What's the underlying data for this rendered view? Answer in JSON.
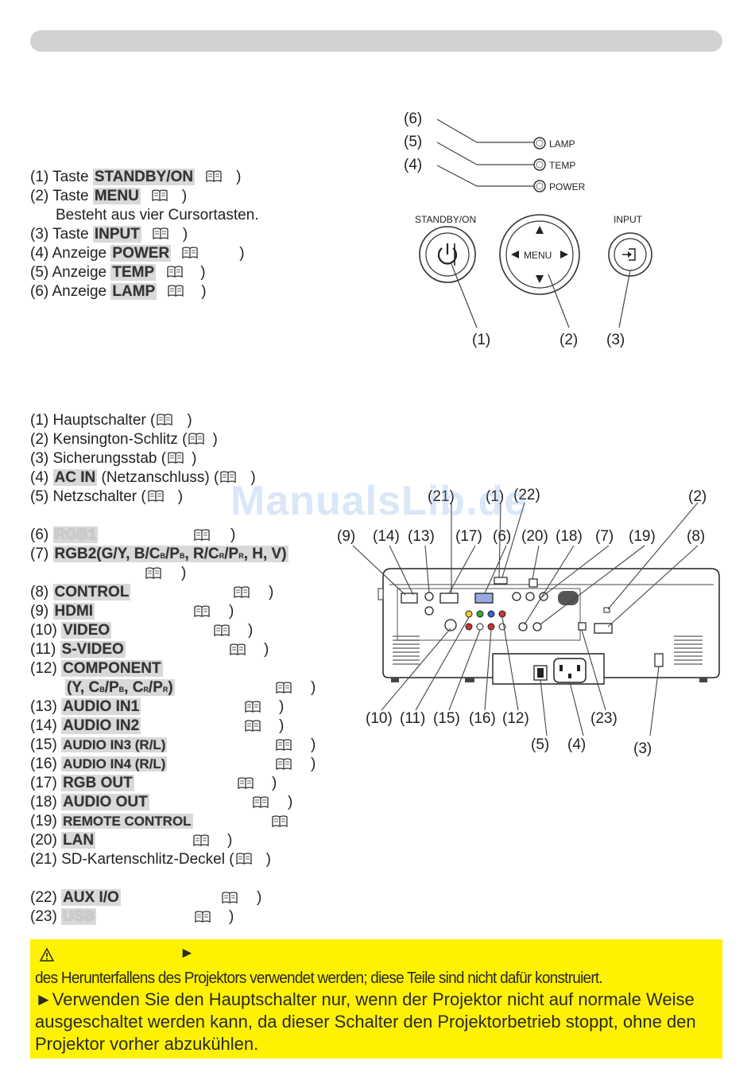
{
  "watermark": "ManualsLib.de",
  "control_panel": {
    "list": [
      {
        "num": "(1) Taste ",
        "term": "STANDBY/ON",
        "close": ")"
      },
      {
        "num": "(2) Taste ",
        "term": "MENU",
        "close": ")"
      },
      {
        "note": "Besteht aus vier Cursortasten."
      },
      {
        "num": "(3) Taste ",
        "term": "INPUT",
        "close": ")"
      },
      {
        "num": "(4) Anzeige ",
        "term": "POWER",
        "close": ")"
      },
      {
        "num": "(5) Anzeige ",
        "term": "TEMP",
        "close": ")"
      },
      {
        "num": "(6) Anzeige ",
        "term": "LAMP",
        "close": ")"
      }
    ],
    "indicators": {
      "lamp": "LAMP",
      "temp": "TEMP",
      "power": "POWER"
    },
    "buttons": {
      "standby": "STANDBY/ON",
      "menu": "MENU",
      "input": "INPUT"
    },
    "callouts": {
      "c6": "(6)",
      "c5": "(5)",
      "c4": "(4)",
      "c1": "(1)",
      "c2": "(2)",
      "c3": "(3)"
    }
  },
  "rear_panel": {
    "list_a": [
      {
        "num": "(1) Hauptschalter (",
        "close": ")"
      },
      {
        "num": "(2) Kensington-Schlitz (",
        "close": ")"
      },
      {
        "num": "(3) Sicherungsstab (",
        "close": ")"
      },
      {
        "num": "(4) ",
        "term": "AC IN",
        "mid": " (Netzanschluss) (",
        "close": ")"
      },
      {
        "num": "(5) Netzschalter (",
        "close": ")"
      }
    ],
    "list_b": [
      {
        "num": "(6) ",
        "term": "RGB1",
        "close": ")"
      },
      {
        "num": "(7) ",
        "term": "RGB2(G/Y, B/C",
        "sub1": "B",
        "t2": "/P",
        "sub2": "B",
        "t3": ", R/C",
        "sub3": "R",
        "t4": "/P",
        "sub4": "R",
        "t5": ", H, V)"
      },
      {
        "close": ")"
      },
      {
        "num": "(8) ",
        "term": "CONTROL",
        "close": ")"
      },
      {
        "num": "(9) ",
        "term": "HDMI",
        "close": ")"
      },
      {
        "num": "(10) ",
        "term": "VIDEO",
        "close": ")"
      },
      {
        "num": "(11) ",
        "term": "S-VIDEO",
        "close": ")"
      },
      {
        "num": "(12) ",
        "term": "COMPONENT"
      },
      {
        "term": "(Y, C",
        "sub1": "B",
        "t2": "/P",
        "sub2": "B",
        "t3": ", C",
        "sub3": "R",
        "t4": "/P",
        "sub4": "R",
        "t5": ")",
        "close": ")"
      },
      {
        "num": "(13) ",
        "term": "AUDIO IN1",
        "close": ")"
      },
      {
        "num": "(14) ",
        "term": "AUDIO IN2",
        "close": ")"
      },
      {
        "num": "(15) ",
        "term": "AUDIO IN3 (R/L)",
        "close": ")"
      },
      {
        "num": "(16) ",
        "term": "AUDIO IN4 (R/L)",
        "close": ")"
      },
      {
        "num": "(17) ",
        "term": "RGB OUT",
        "close": ")"
      },
      {
        "num": "(18) ",
        "term": "AUDIO OUT",
        "close": ")"
      },
      {
        "num": "(19) ",
        "term": "REMOTE CONTROL"
      },
      {
        "num": "(20) ",
        "term": "LAN",
        "close": ")"
      },
      {
        "num": "(21) SD-Kartenschlitz-Deckel (",
        "close": ")"
      }
    ],
    "list_c": [
      {
        "num": "(22) ",
        "term": "AUX I/O",
        "close": ")"
      },
      {
        "num": "(23) ",
        "term": "USB",
        "close": ")"
      }
    ],
    "callouts_top": [
      "(9)",
      "(14)",
      "(13)",
      "(17)",
      "(6)",
      "(20)",
      "(18)",
      "(7)",
      "(19)",
      "(8)"
    ],
    "callouts_top2": [
      "(21)",
      "(1)",
      "(22)",
      "(2)"
    ],
    "callouts_bottom": [
      "(10)",
      "(11)",
      "(15)",
      "(16)",
      "(12)",
      "(23)"
    ],
    "callouts_bottom2": [
      "(5)",
      "(4)",
      "(3)"
    ]
  },
  "warning": {
    "arrow": "►",
    "line1": "des Herunterfallens des Projektors verwendet werden; diese Teile sind nicht dafür konstruiert.",
    "para": "►Verwenden Sie den Hauptschalter nur, wenn der Projektor nicht auf normale Weise ausgeschaltet werden kann, da dieser Schalter den Projektorbetrieb stoppt, ohne den Projektor vorher abzukühlen."
  },
  "colors": {
    "header_bar": "#d2d2d2",
    "highlight": "#d9d9d9",
    "warning_bg": "#fff200",
    "watermark": "#78aae6"
  }
}
